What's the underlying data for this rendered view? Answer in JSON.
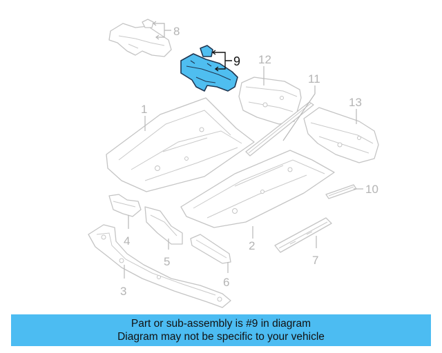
{
  "callouts": {
    "c1": "1",
    "c2": "2",
    "c3": "3",
    "c4": "4",
    "c5": "5",
    "c6": "6",
    "c7": "7",
    "c8": "8",
    "c9": "9",
    "c10": "10",
    "c11": "11",
    "c12": "12",
    "c13": "13"
  },
  "highlighted_part": "9",
  "banner": {
    "line1": "Part or sub-assembly is #9 in diagram",
    "line2": "Diagram may not be specific to your vehicle"
  },
  "colors": {
    "highlight_fill": "#4fbef0",
    "highlight_stroke": "#1f3550",
    "banner_background": "#4cbcf2",
    "part_outline": "#c4c4c4"
  }
}
